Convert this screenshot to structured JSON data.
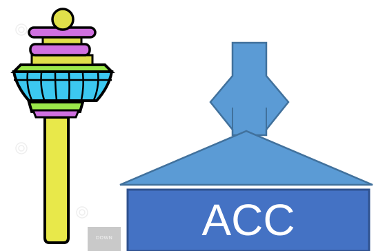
{
  "diagram": {
    "acc_label": "ACC",
    "watermark_text": "DOWN",
    "colors": {
      "arrow_fill": "#5b9bd5",
      "arrow_stroke": "#41719c",
      "block_fill": "#4472c4",
      "tower_shaft": "#e8e84a",
      "tower_cab": "#3cc8f0",
      "tower_bands": "#9be84a",
      "tower_roof": "#d070e0",
      "tower_top": "#e0e04a"
    },
    "icons": [
      "control-tower-icon",
      "double-arrow-icon",
      "roof-shape",
      "acc-block"
    ]
  }
}
